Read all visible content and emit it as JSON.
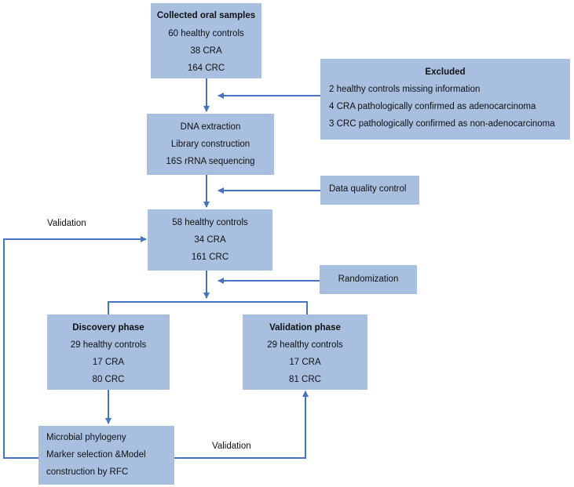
{
  "collected": {
    "title": "Collected oral samples",
    "lines": [
      "60 healthy controls",
      "38 CRA",
      "164 CRC"
    ]
  },
  "excluded": {
    "title": "Excluded",
    "lines": [
      "2 healthy controls missing information",
      "4 CRA pathologically confirmed as adenocarcinoma",
      "3 CRC pathologically confirmed as non-adenocarcinoma"
    ]
  },
  "dna": {
    "lines": [
      "DNA extraction",
      "Library construction",
      "16S rRNA sequencing"
    ]
  },
  "quality": {
    "label": "Data quality control"
  },
  "filtered": {
    "lines": [
      "58 healthy controls",
      "34 CRA",
      "161 CRC"
    ]
  },
  "randomization": {
    "label": "Randomization"
  },
  "discovery": {
    "title": "Discovery phase",
    "lines": [
      "29 healthy controls",
      "17 CRA",
      "80 CRC"
    ]
  },
  "validation_phase": {
    "title": "Validation phase",
    "lines": [
      "29 healthy controls",
      "17 CRA",
      "81 CRC"
    ]
  },
  "model": {
    "lines": [
      "Microbial phylogeny",
      "Marker selection &Model",
      "construction by RFC"
    ]
  },
  "edge_labels": {
    "validation_top": "Validation",
    "validation_bottom": "Validation"
  },
  "colors": {
    "box_fill": "#a9bfdf",
    "arrow": "#4472c4"
  }
}
